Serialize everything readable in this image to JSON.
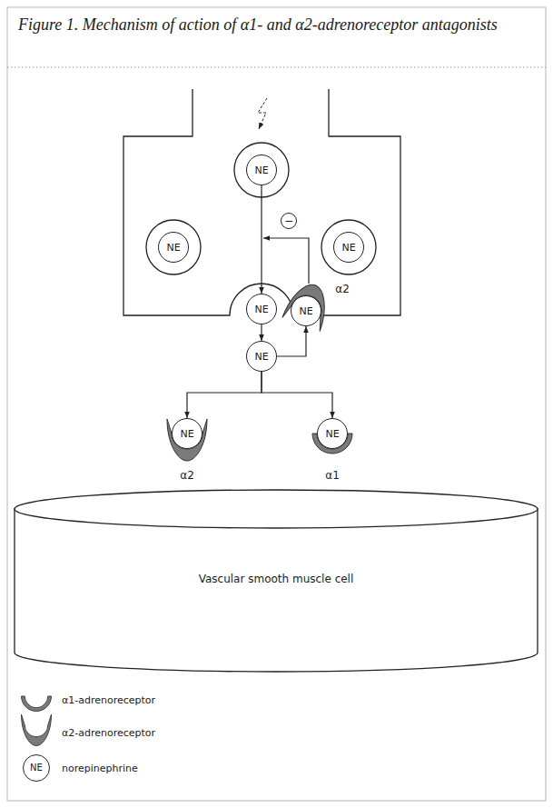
{
  "diagram": {
    "title": "Figure 1. Mechanism of action of α1- and α2-adrenoreceptor antagonists",
    "nodes": [
      {
        "text": [
          "NE"
        ]
      },
      {
        "text": [
          "NE"
        ]
      },
      {
        "text": [
          "NE"
        ]
      },
      {
        "text": [
          "NE"
        ]
      },
      {
        "text": [
          "NE"
        ]
      },
      {
        "text": [
          "NE"
        ]
      },
      {
        "text": [
          "NE"
        ]
      },
      {
        "text": [
          "NE"
        ]
      },
      {
        "text": [
          "Vascular smooth muscle cell"
        ]
      }
    ],
    "edges": [
      {
        "from": 0,
        "to": 3,
        "arrow": "to"
      },
      {
        "from": 3,
        "to": 5,
        "arrow": "to"
      },
      {
        "from": 5,
        "to": 4,
        "arrow": "to"
      },
      {
        "from": 5,
        "to": 6,
        "arrow": "to"
      },
      {
        "from": 5,
        "to": 7,
        "arrow": "to"
      }
    ],
    "labels": [
      "−",
      "α2",
      "α2",
      "α1",
      "NE"
    ],
    "legend": [
      {
        "text": "α1-adrenoreceptor"
      },
      {
        "text": "α2-adrenoreceptor"
      },
      {
        "text": "norepinephrine"
      }
    ]
  }
}
